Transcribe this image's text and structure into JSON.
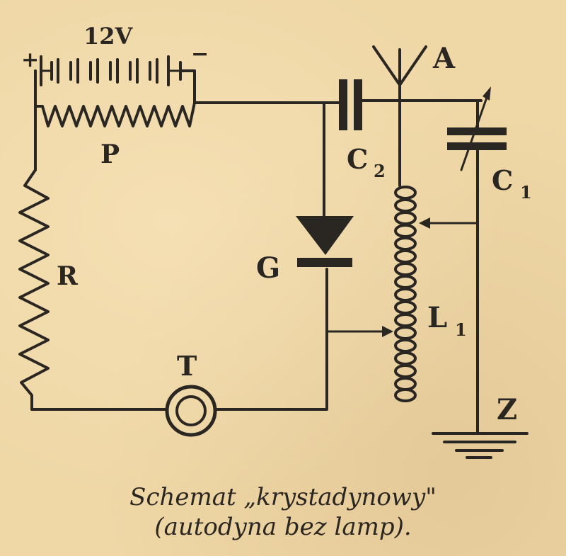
{
  "labels": {
    "battery_voltage": "12V",
    "battery_plus": "+",
    "battery_minus": "−",
    "potentiometer": "P",
    "resistor": "R",
    "capacitor_c2_main": "C",
    "capacitor_c2_sub": "2",
    "antenna": "A",
    "capacitor_c1_main": "C",
    "capacitor_c1_sub": "1",
    "crystal": "G",
    "coil_main": "L",
    "coil_sub": "1",
    "phone": "T",
    "ground": "Z"
  },
  "caption": {
    "line1": "Schemat „krystadynowy\"",
    "line2": "(autodyna bez lamp)."
  }
}
